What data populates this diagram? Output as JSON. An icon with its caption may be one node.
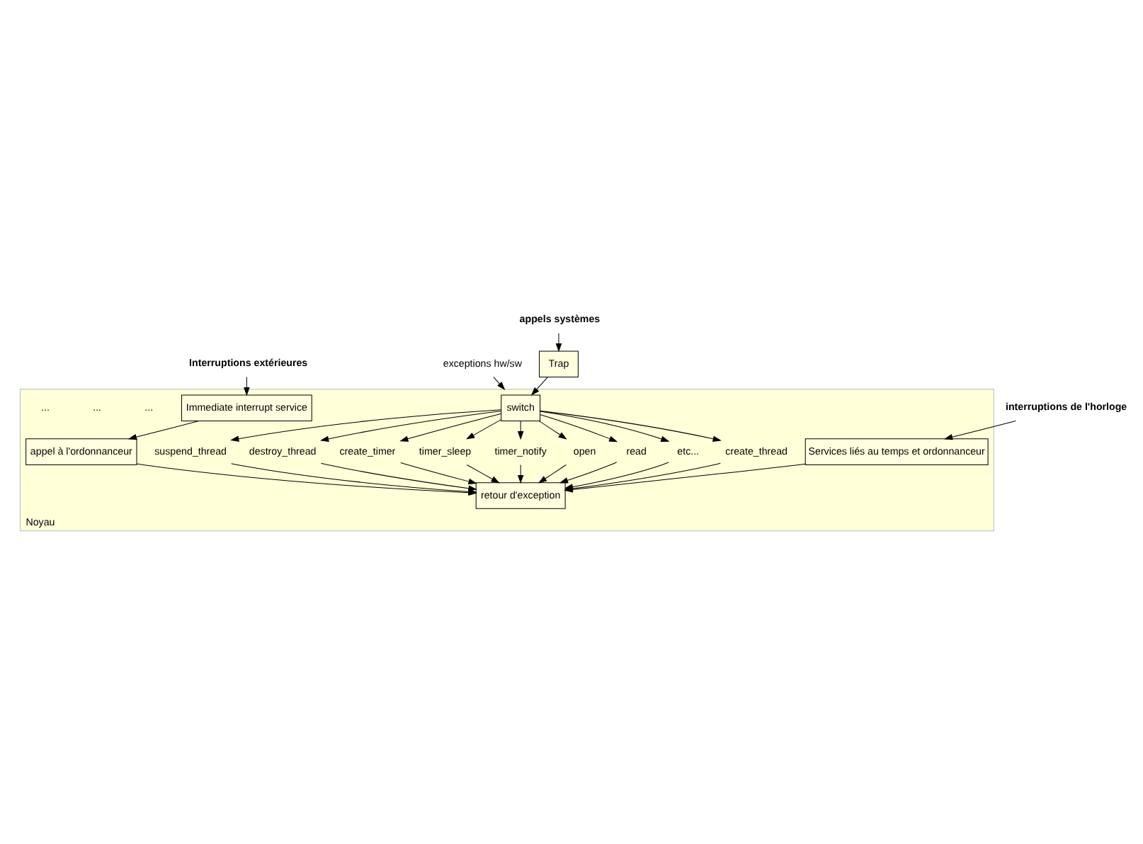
{
  "diagram": {
    "nodes": [
      {
        "text": [
          "Interruptions extérieures"
        ]
      },
      {
        "text": [
          "exceptions hw/sw"
        ]
      },
      {
        "text": [
          "appels systèmes"
        ]
      },
      {
        "text": [
          "interruptions de l'horloge"
        ]
      },
      {
        "text": [
          "Noyau"
        ]
      },
      {
        "text": [
          "Trap"
        ]
      },
      {
        "text": [
          "switch"
        ],
        "in": 4
      },
      {
        "text": [
          "Immediate interrupt service"
        ],
        "in": 4
      },
      {
        "text": [
          "appel à l'ordonnanceur"
        ],
        "in": 4
      },
      {
        "text": [
          "Services liés au temps et ordonnanceur"
        ],
        "in": 4
      },
      {
        "text": [
          "create_thread"
        ],
        "in": 4
      },
      {
        "text": [
          "suspend_thread"
        ],
        "in": 4
      },
      {
        "text": [
          "destroy_thread"
        ],
        "in": 4
      },
      {
        "text": [
          "create_timer"
        ],
        "in": 4
      },
      {
        "text": [
          "timer_sleep"
        ],
        "in": 4
      },
      {
        "text": [
          "timer_notify"
        ],
        "in": 4
      },
      {
        "text": [
          "open"
        ],
        "in": 4
      },
      {
        "text": [
          "read"
        ],
        "in": 4
      },
      {
        "text": [
          "etc..."
        ],
        "in": 4
      },
      {
        "text": [
          "retour d'exception"
        ],
        "in": 4
      }
    ],
    "edges": [
      {
        "from": 0,
        "to": 7,
        "arrow": "to"
      },
      {
        "from": 1,
        "to": 4,
        "arrow": "to"
      },
      {
        "from": 2,
        "to": 5,
        "arrow": "to"
      },
      {
        "from": 5,
        "to": 6,
        "arrow": "to"
      },
      {
        "from": 3,
        "to": 9,
        "arrow": "to"
      },
      {
        "from": 7,
        "to": 8,
        "arrow": "to"
      },
      {
        "from": 6,
        "to": 10,
        "arrow": "to"
      },
      {
        "from": 6,
        "to": 11,
        "arrow": "to"
      },
      {
        "from": 6,
        "to": 12,
        "arrow": "to"
      },
      {
        "from": 6,
        "to": 13,
        "arrow": "to"
      },
      {
        "from": 6,
        "to": 14,
        "arrow": "to"
      },
      {
        "from": 6,
        "to": 15,
        "arrow": "to"
      },
      {
        "from": 6,
        "to": 16,
        "arrow": "to"
      },
      {
        "from": 6,
        "to": 17,
        "arrow": "to"
      },
      {
        "from": 6,
        "to": 18,
        "arrow": "to"
      },
      {
        "from": 10,
        "to": 19,
        "arrow": "to"
      },
      {
        "from": 11,
        "to": 19,
        "arrow": "to"
      },
      {
        "from": 12,
        "to": 19,
        "arrow": "to"
      },
      {
        "from": 13,
        "to": 19,
        "arrow": "to"
      },
      {
        "from": 14,
        "to": 19,
        "arrow": "to"
      },
      {
        "from": 15,
        "to": 19,
        "arrow": "to"
      },
      {
        "from": 16,
        "to": 19,
        "arrow": "to"
      },
      {
        "from": 17,
        "to": 19,
        "arrow": "to"
      },
      {
        "from": 18,
        "to": 19,
        "arrow": "to"
      },
      {
        "from": 8,
        "to": 19,
        "arrow": "to"
      },
      {
        "from": 9,
        "to": 19,
        "arrow": "to"
      }
    ],
    "labels": [
      "...",
      "...",
      "..."
    ]
  }
}
